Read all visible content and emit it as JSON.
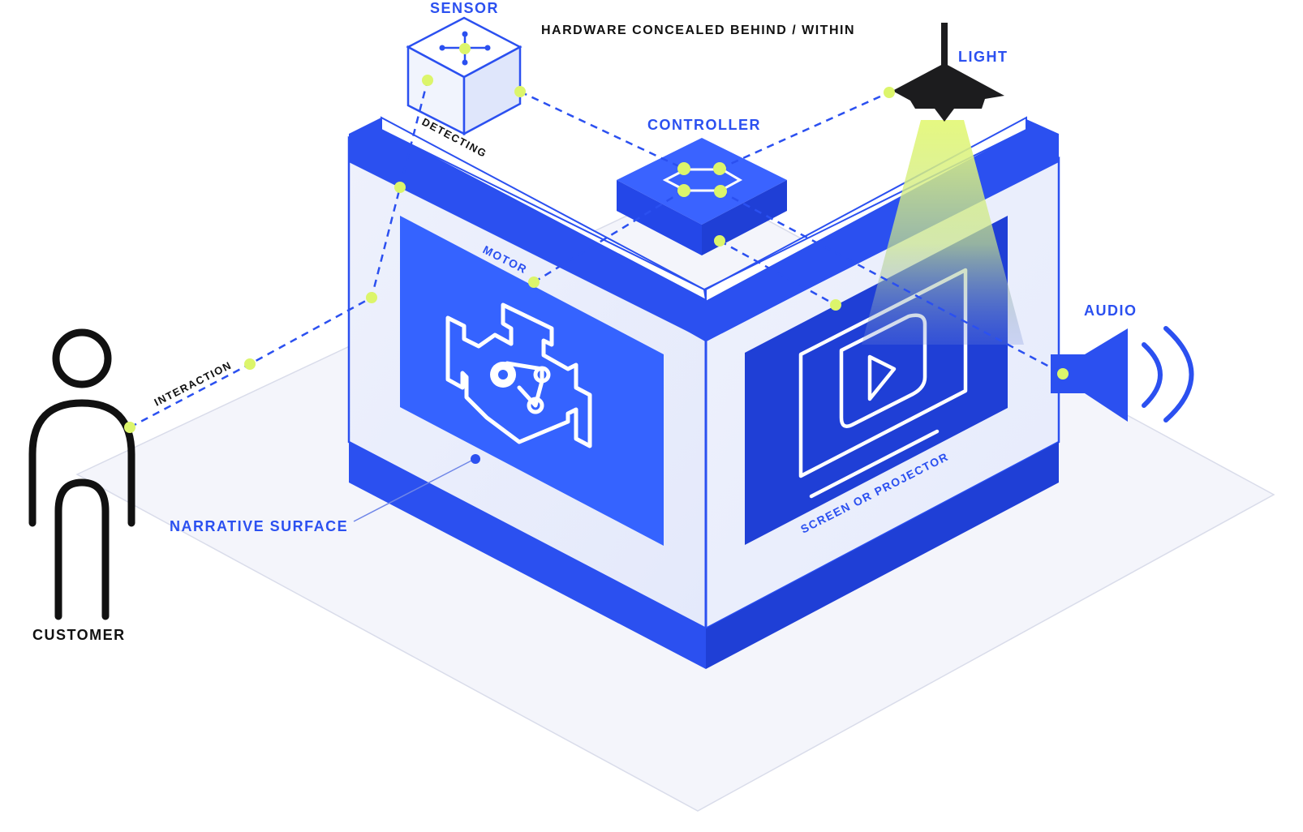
{
  "labels": {
    "sensor": "SENSOR",
    "hardware_note": "HARDWARE CONCEALED BEHIND / WITHIN",
    "light": "LIGHT",
    "controller": "CONTROLLER",
    "detecting": "DETECTING",
    "motor": "MOTOR",
    "audio": "AUDIO",
    "interaction": "INTERACTION",
    "narrative_surface": "NARRATIVE SURFACE",
    "screen_or_projector": "SCREEN OR PROJECTOR",
    "customer": "CUSTOMER"
  },
  "icons": {
    "customer": "person-icon",
    "sensor": "sensor-cube-icon",
    "controller": "controller-chip-icon",
    "light": "lamp-icon",
    "audio": "speaker-icon",
    "motor": "engine-icon",
    "screen": "play-screen-icon"
  },
  "colors": {
    "primary_blue": "#2b50f0",
    "dark_blue": "#1f3fd6",
    "panel_blue": "#3a63ff",
    "light_panel": "#eef2fd",
    "node_yellow": "#dcf56b",
    "floor": "#f4f5fb",
    "person": "#111111"
  }
}
